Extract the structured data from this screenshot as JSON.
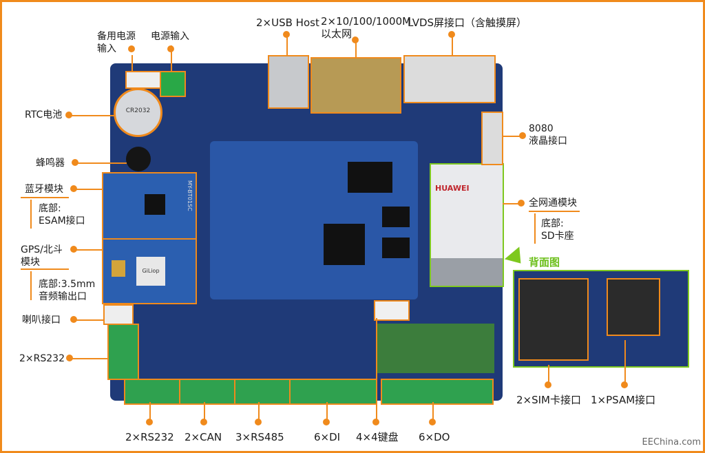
{
  "labels": {
    "backup_power": "备用电源\n输入",
    "power_in": "电源输入",
    "usb": "2×USB Host",
    "ethernet": "2×10/100/1000M\n以太网",
    "lvds": "LVDS屏接口（含触摸屏）",
    "rtc": "RTC电池",
    "lcd8080": "8080\n液晶接口",
    "buzzer": "蜂鸣器",
    "bluetooth": "蓝牙模块",
    "bluetooth_bottom": "底部:\nESAM接口",
    "gps": "GPS/北斗\n模块",
    "gps_bottom": "底部:3.5mm\n音频输出口",
    "speaker": "喇叭接口",
    "rs232_left": "2×RS232",
    "netcom": "全网通模块",
    "netcom_bottom": "底部:\nSD卡座",
    "back_view": "背面图",
    "rs232": "2×RS232",
    "can": "2×CAN",
    "rs485": "3×RS485",
    "di": "6×DI",
    "keyboard": "4×4键盘",
    "do": "6×DO",
    "sim": "2×SIM卡接口",
    "psam": "1×PSAM接口",
    "watermark": "EEChina.com"
  },
  "module_text": {
    "huawei": "HUAWEI",
    "gps_mod": "GiLiop",
    "bt_mod": "MY-BT01SC",
    "battery": "CR2032"
  },
  "colors": {
    "accent": "#f08a1c",
    "board": "#1f3a78",
    "highlight_green": "#7ec81f"
  }
}
